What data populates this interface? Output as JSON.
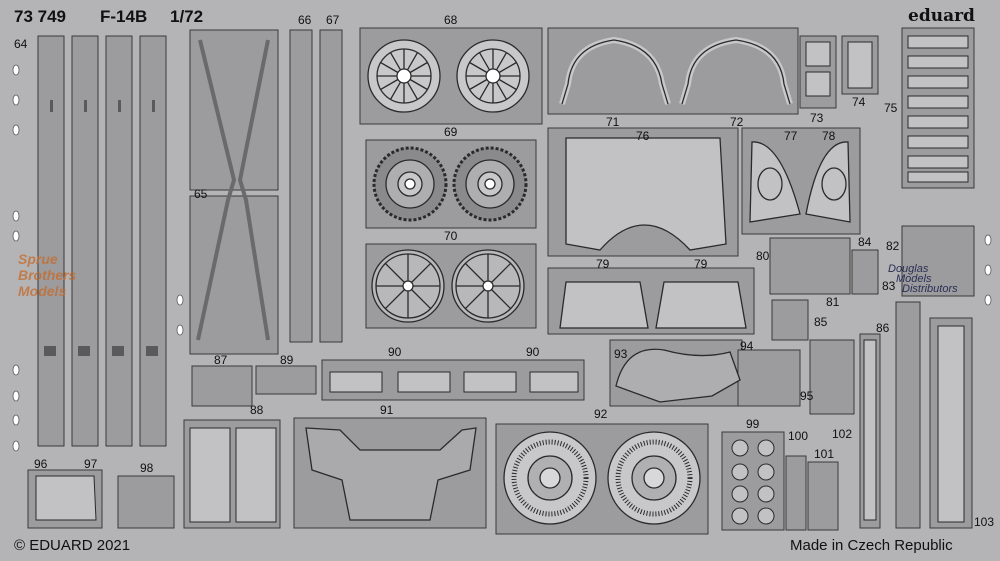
{
  "header": {
    "set_number": "73 749",
    "model": "F-14B",
    "scale": "1/72",
    "brand": "eduard"
  },
  "footer": {
    "copyright": "© EDUARD 2021",
    "origin": "Made in Czech Republic"
  },
  "watermarks": {
    "sprue_1": "Sprue",
    "sprue_2": "Brothers",
    "sprue_3": "Models",
    "douglas_1": "Douglas",
    "douglas_2": "Models",
    "douglas_3": "Distributors"
  },
  "part_labels": {
    "p64": "64",
    "p65": "65",
    "p66": "66",
    "p67": "67",
    "p68": "68",
    "p69": "69",
    "p70": "70",
    "p71": "71",
    "p72": "72",
    "p73": "73",
    "p74": "74",
    "p75": "75",
    "p76": "76",
    "p77": "77",
    "p78": "78",
    "p79a": "79",
    "p79b": "79",
    "p80": "80",
    "p81": "81",
    "p82": "82",
    "p83": "83",
    "p84": "84",
    "p85": "85",
    "p86": "86",
    "p87": "87",
    "p88": "88",
    "p89": "89",
    "p90a": "90",
    "p90b": "90",
    "p91": "91",
    "p92": "92",
    "p93": "93",
    "p94": "94",
    "p95": "95",
    "p96": "96",
    "p97": "97",
    "p98": "98",
    "p99": "99",
    "p100": "100",
    "p101": "101",
    "p102": "102",
    "p103": "103"
  },
  "colors": {
    "fret": "#b4b4b6",
    "part": "#9c9c9e",
    "line": "#2a2a2a",
    "hole": "#ffffff"
  }
}
